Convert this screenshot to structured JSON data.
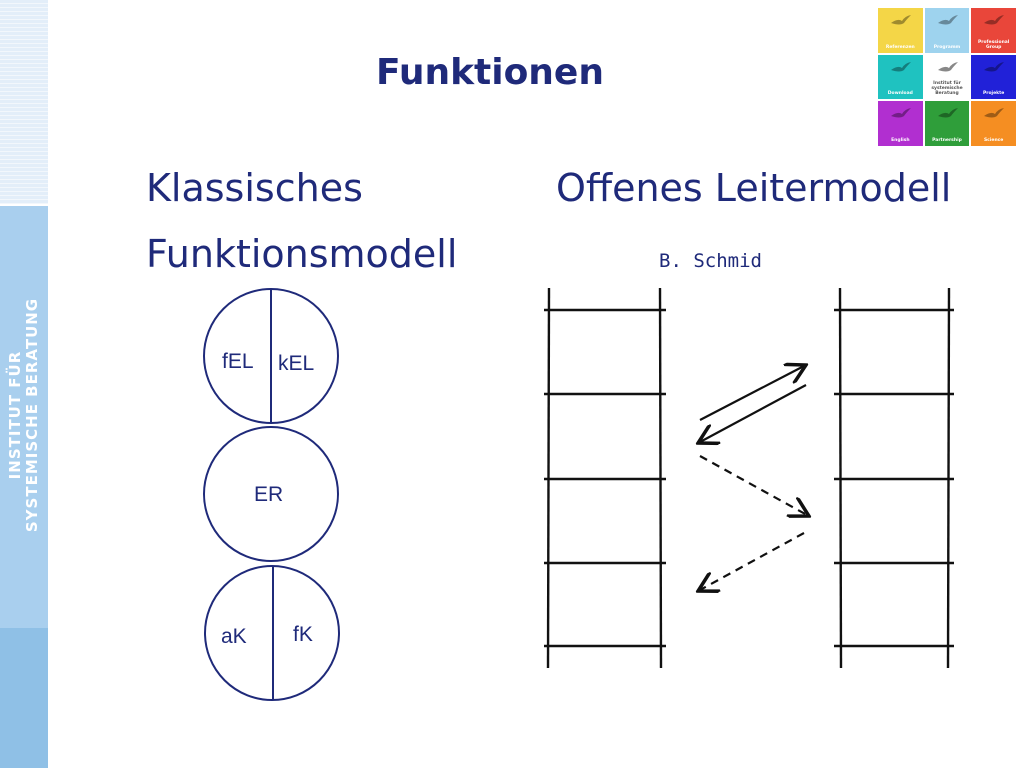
{
  "sidebar": {
    "line1": "INSTITUT FÜR",
    "line2": "SYSTEMISCHE BERATUNG"
  },
  "title": "Funktionen",
  "left_heading": {
    "line1": "Klassisches",
    "line2": "Funktionsmodell"
  },
  "right_heading": "Offenes Leitermodell",
  "author": "B. Schmid",
  "circles": {
    "top_left": "fEL",
    "top_right": "kEL",
    "middle": "ER",
    "bottom_left": "aK",
    "bottom_right": "fK"
  },
  "logo": {
    "tiles": [
      {
        "color": "#f4d647",
        "label": "Referenzen"
      },
      {
        "color": "#9ed3ee",
        "label": "Programm"
      },
      {
        "color": "#e9463a",
        "label": "Professional Group"
      },
      {
        "color": "#1fc2c0",
        "label": "Download"
      },
      {
        "color": "#ffffff",
        "label": "Institut für systemische Beratung"
      },
      {
        "color": "#2121d8",
        "label": "Projekte"
      },
      {
        "color": "#b12fd0",
        "label": "English"
      },
      {
        "color": "#2f9e3a",
        "label": "Partnership"
      },
      {
        "color": "#f58e22",
        "label": "Science"
      }
    ]
  },
  "colors": {
    "text": "#1f2a7a",
    "sidebar_light": "#e3eef9",
    "sidebar_mid": "#a9cfee",
    "sidebar_dark": "#8fc0e6"
  }
}
